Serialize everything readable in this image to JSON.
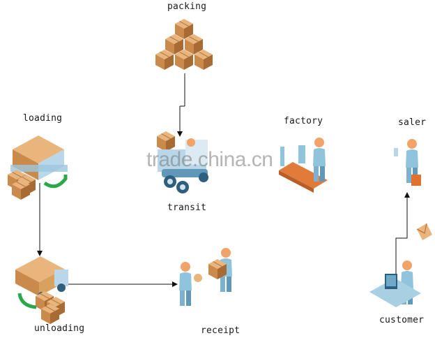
{
  "labels": {
    "packing": "packing",
    "loading": "loading",
    "transit": "transit",
    "factory": "factory",
    "saler": "saler",
    "unloading": "unloading",
    "receipt": "receipt",
    "customer": "customer"
  },
  "watermark": "trade.china.cn",
  "colors": {
    "box_top": "#e8b47a",
    "box_left": "#c98a4b",
    "box_right": "#a86a33",
    "person_skin": "#f2a36a",
    "person_body": "#8fc4dc",
    "person_dark": "#4f86a6",
    "arrow": "#111111",
    "accent_green": "#2ca84a"
  },
  "icons": [
    "boxes-pyramid-icon",
    "loading-truck-icon",
    "forklift-icon",
    "factory-workers-icon",
    "saler-person-icon",
    "unloading-truck-icon",
    "receipt-people-icon",
    "customer-computer-icon",
    "envelope-icon"
  ]
}
